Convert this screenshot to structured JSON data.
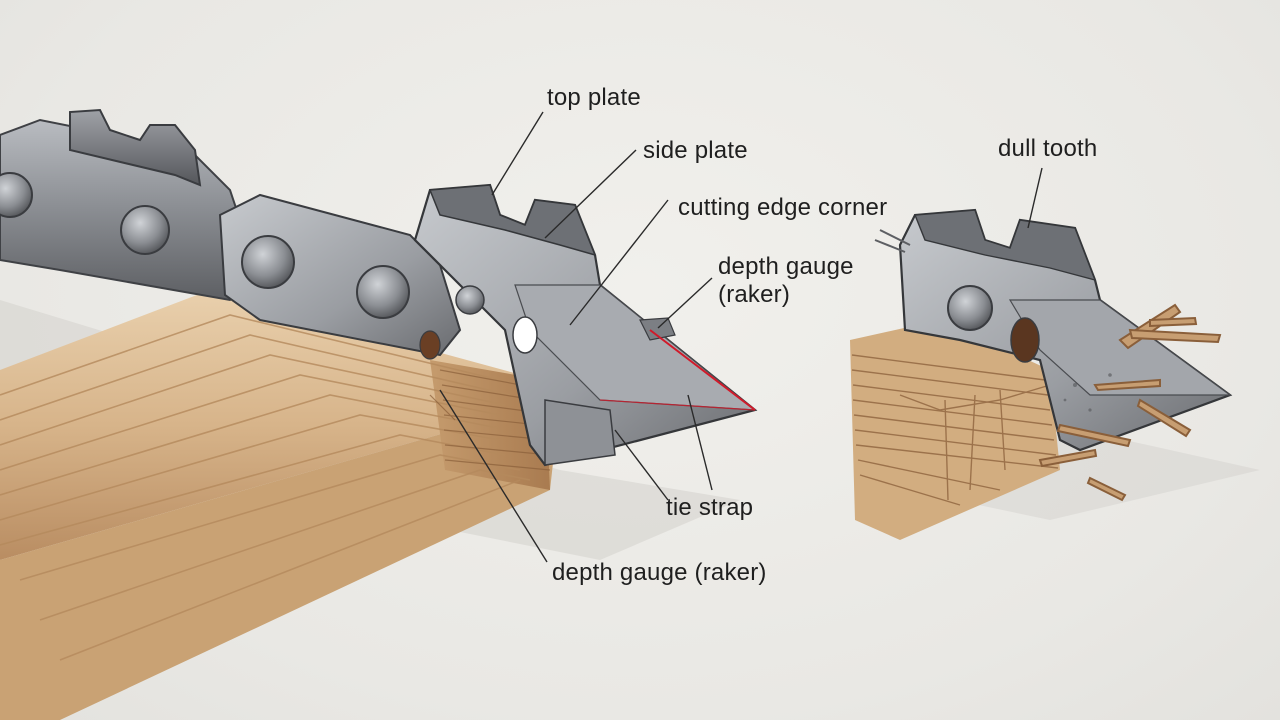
{
  "labels": {
    "top_plate": "top plate",
    "side_plate": "side plate",
    "cutting_edge_corner": "cutting edge corner",
    "depth_gauge_right_line1": "depth gauge",
    "depth_gauge_right_line2": "(raker)",
    "tie_strap": "tie strap",
    "depth_gauge_bottom": "depth gauge (raker)",
    "dull_tooth": "dull tooth"
  },
  "colors": {
    "background": "#ecebe7",
    "steel_dark": "#5d5f63",
    "steel_mid": "#8a8d92",
    "steel_light": "#b9bcc1",
    "wood_light": "#e4c8a3",
    "wood_mid": "#c79e72",
    "wood_dark": "#8a5f3a",
    "cutting_edge_highlight": "#d11a2a",
    "leader_line": "#2a2a2a"
  },
  "icons": {
    "sharp_tooth": "sharp-chain-tooth-illustration",
    "dull_tooth": "dull-chain-tooth-illustration"
  }
}
